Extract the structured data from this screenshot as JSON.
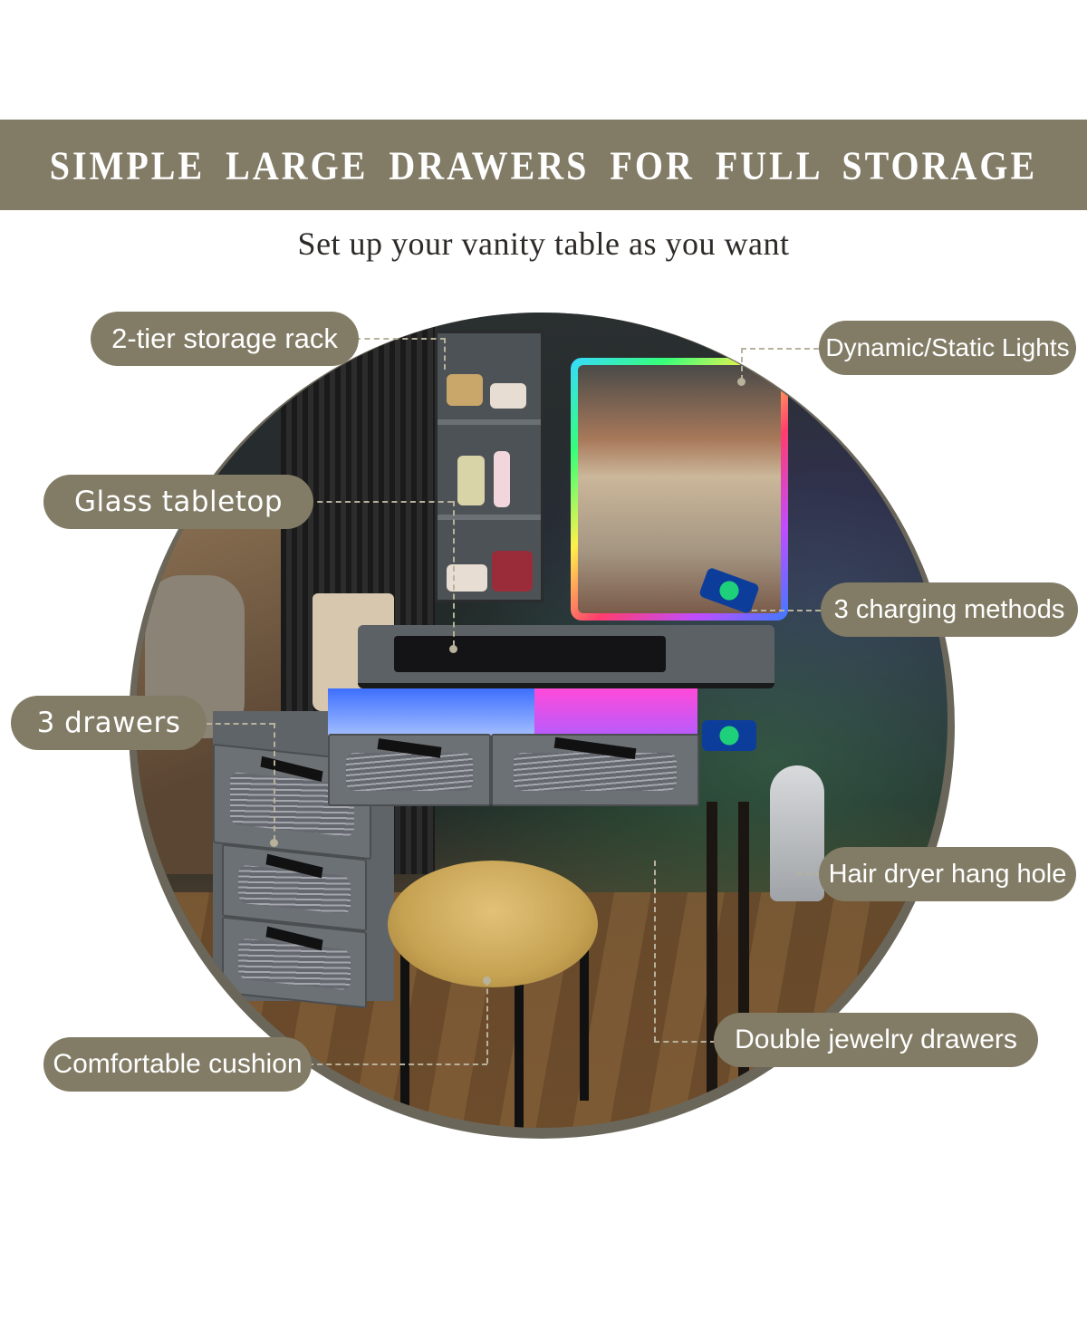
{
  "header": {
    "title": "SIMPLE LARGE DRAWERS FOR FULL STORAGE",
    "subtitle": "Set up your vanity table as you want"
  },
  "product_image": {
    "description": "Vanity table with LED-lit mirror, 2-tier storage rack, glass tabletop, drawers, stool and hair dryer holder"
  },
  "callouts": [
    {
      "label": "2-tier storage rack",
      "side": "left"
    },
    {
      "label": "Glass tabletop",
      "side": "left"
    },
    {
      "label": "3 drawers",
      "side": "left"
    },
    {
      "label": "Comfortable cushion",
      "side": "left"
    },
    {
      "label": "Dynamic/Static Lights",
      "side": "right"
    },
    {
      "label": "3 charging methods",
      "side": "right"
    },
    {
      "label": "Hair dryer hang hole",
      "side": "right"
    },
    {
      "label": "Double jewelry drawers",
      "side": "right"
    }
  ],
  "colors": {
    "banner_bg": "#827c66",
    "pill_bg": "#827c66",
    "pill_text": "#ffffff",
    "subtitle_text": "#2e2a28",
    "leader_line": "#b8b29c"
  }
}
